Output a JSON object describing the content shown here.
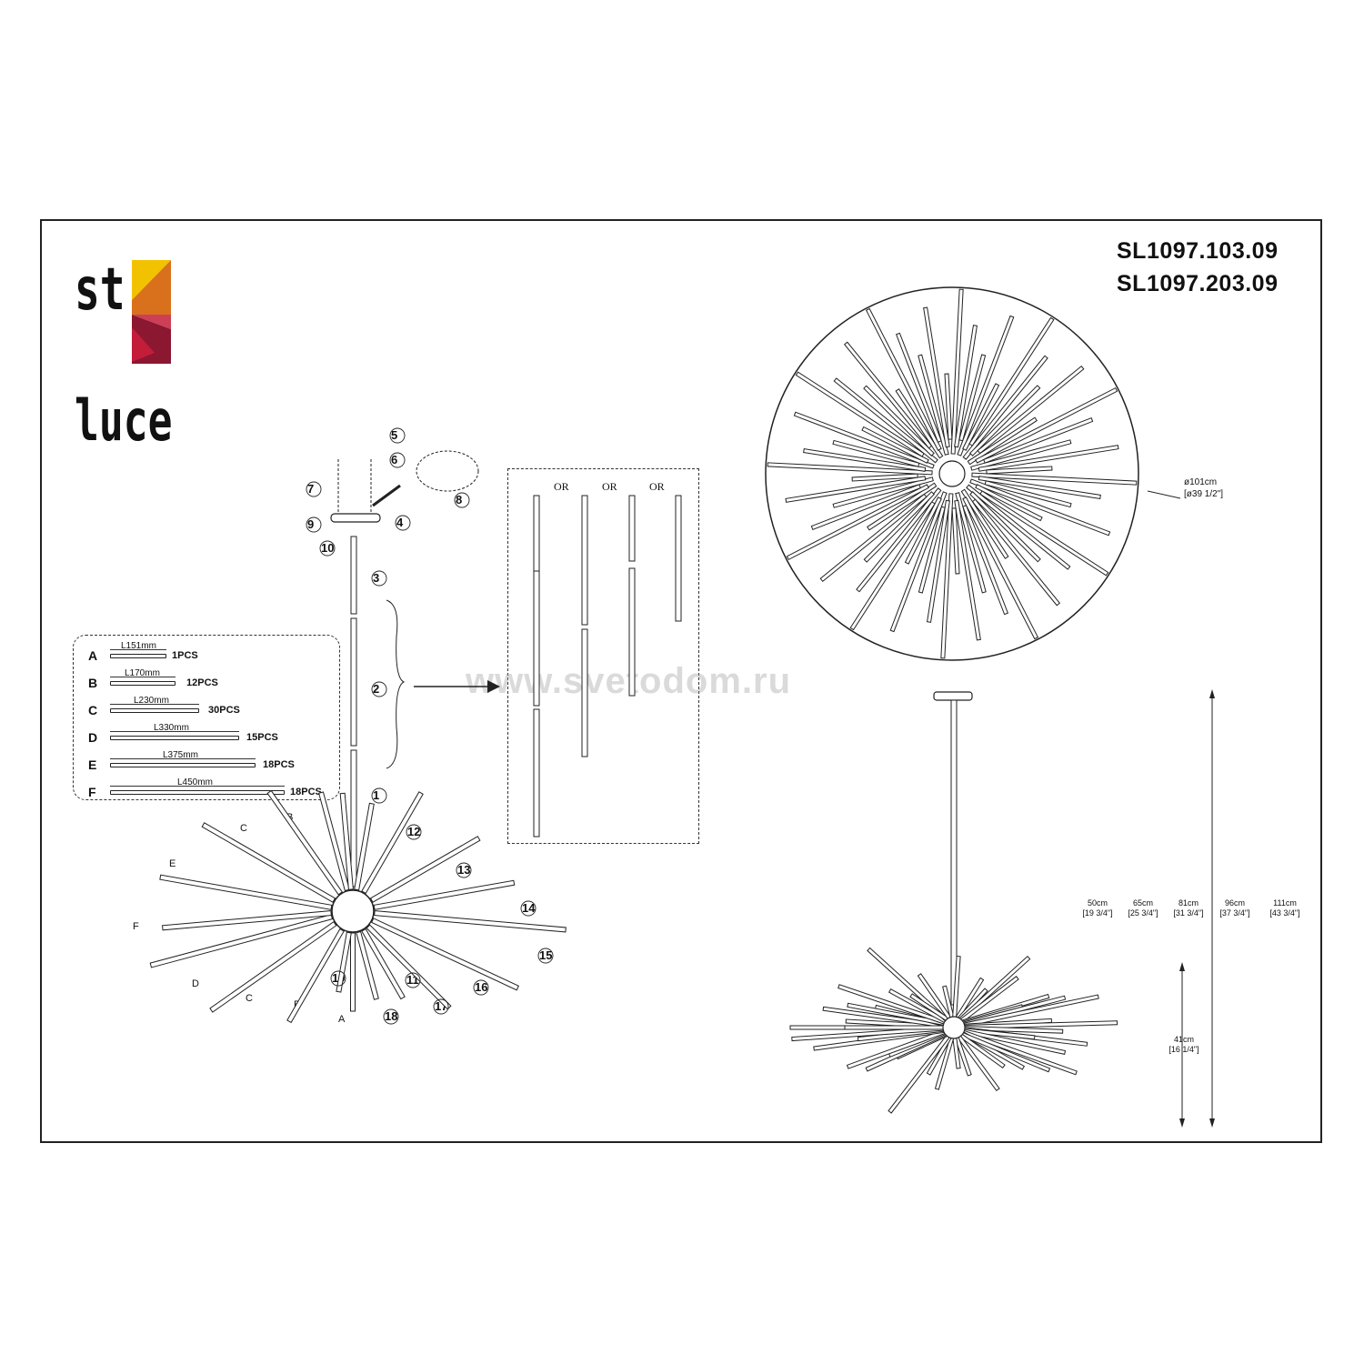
{
  "logo": {
    "line1": "st",
    "line2": "luce"
  },
  "models": [
    "SL1097.103.09",
    "SL1097.203.09"
  ],
  "parts": [
    {
      "letter": "A",
      "length": "L151mm",
      "qty": "1PCS"
    },
    {
      "letter": "B",
      "length": "L170mm",
      "qty": "12PCS"
    },
    {
      "letter": "C",
      "length": "L230mm",
      "qty": "30PCS"
    },
    {
      "letter": "D",
      "length": "L330mm",
      "qty": "15PCS"
    },
    {
      "letter": "E",
      "length": "L375mm",
      "qty": "18PCS"
    },
    {
      "letter": "F",
      "length": "L450mm",
      "qty": "18PCS"
    }
  ],
  "or_labels": [
    "OR",
    "OR",
    "OR"
  ],
  "watermark": "www.svetodom.ru",
  "diameter": {
    "metric": "ø101cm",
    "imperial": "[ø39 1/2\"]"
  },
  "heights": [
    {
      "metric": "50cm",
      "imperial": "[19 3/4\"]"
    },
    {
      "metric": "65cm",
      "imperial": "[25 3/4\"]"
    },
    {
      "metric": "81cm",
      "imperial": "[31 3/4\"]"
    },
    {
      "metric": "96cm",
      "imperial": "[37 3/4\"]"
    },
    {
      "metric": "111cm",
      "imperial": "[43 3/4\"]"
    }
  ],
  "body_height": {
    "metric": "41cm",
    "imperial": "[16 1/4\"]"
  },
  "assembly_callouts": [
    "1",
    "2",
    "3",
    "4",
    "5",
    "6",
    "7",
    "8",
    "9",
    "10",
    "11",
    "12",
    "13",
    "14",
    "15",
    "16",
    "17",
    "18",
    "19"
  ],
  "rod_labels": [
    "A",
    "B",
    "C",
    "D",
    "E",
    "F",
    "B",
    "C"
  ],
  "colors": {
    "logo_yellow": "#f2c200",
    "logo_orange": "#d9701c",
    "logo_red": "#c41d3a",
    "logo_darkred": "#8c1730",
    "line": "#222222"
  }
}
